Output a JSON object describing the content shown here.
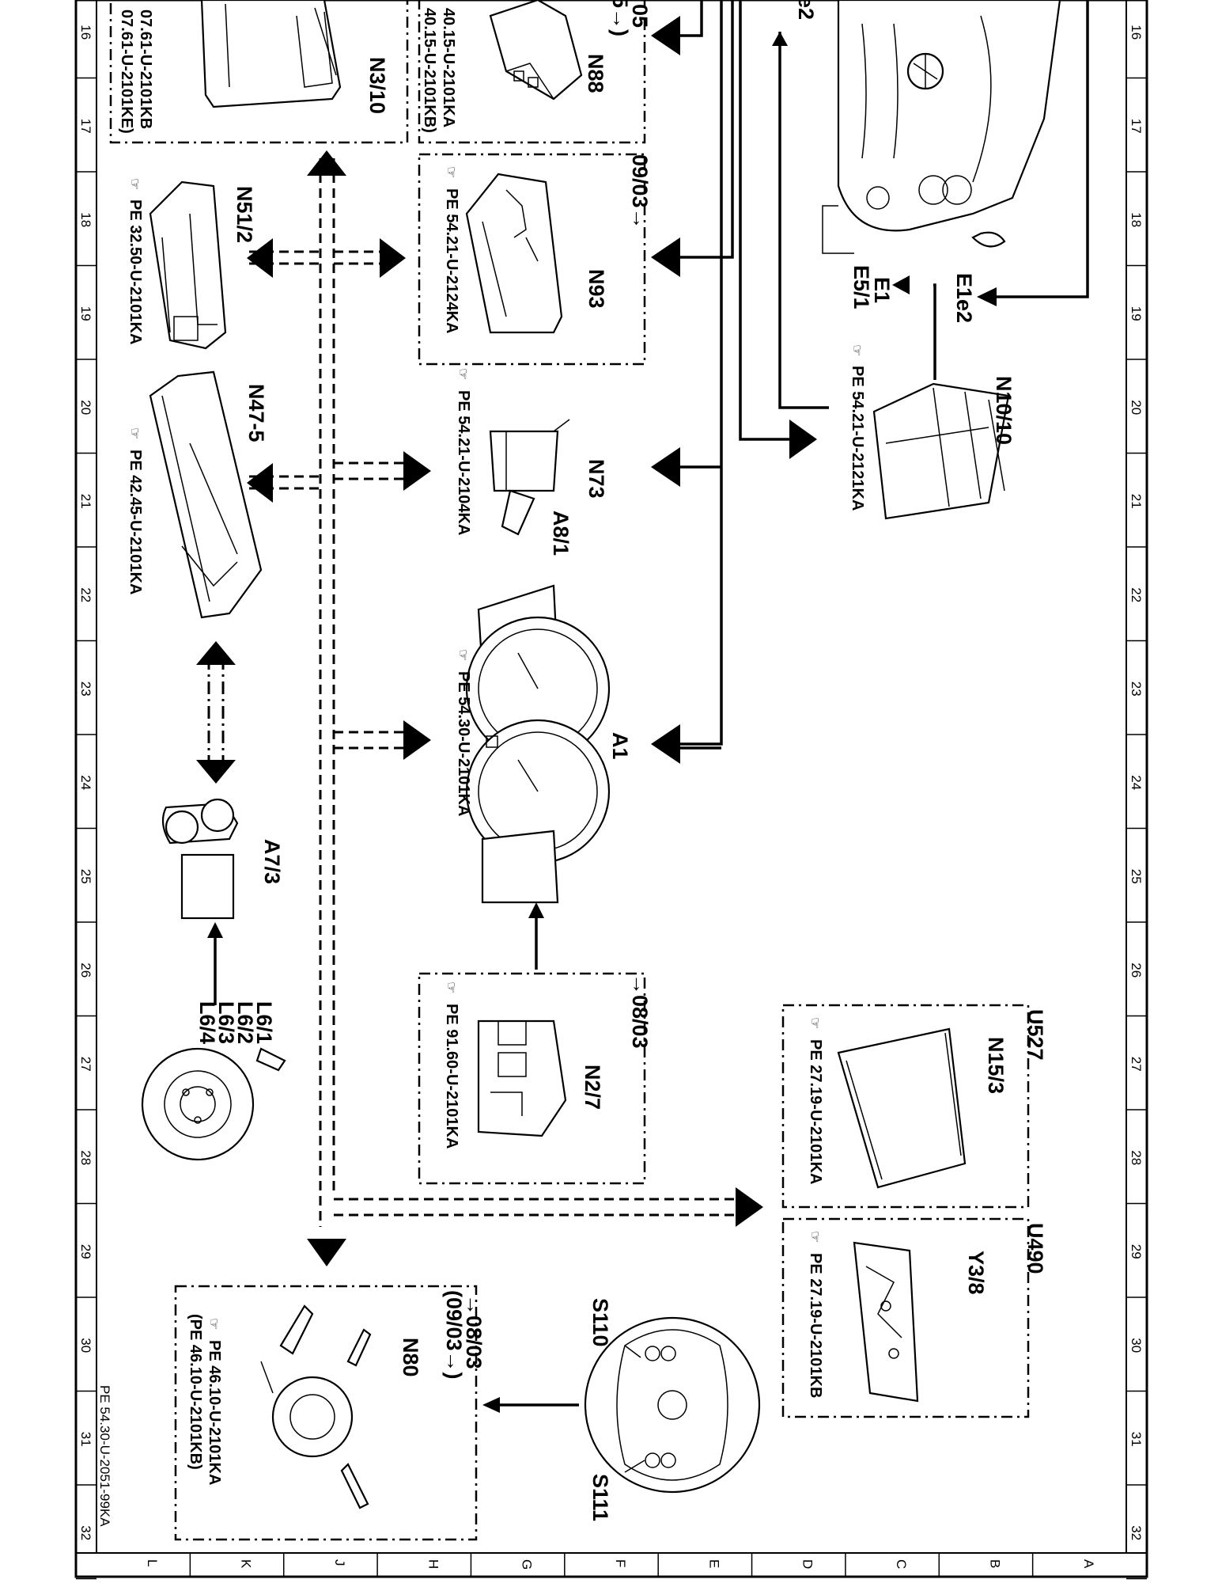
{
  "diagram_id": "PE 54.30-U-2051-99KA",
  "frame": {
    "column_numbers": [
      "16",
      "17",
      "18",
      "19",
      "20",
      "21",
      "22",
      "23",
      "24",
      "25",
      "26",
      "27",
      "28",
      "29",
      "30",
      "31",
      "32"
    ],
    "row_letters": [
      "L",
      "K",
      "J",
      "H",
      "G",
      "F",
      "E",
      "D",
      "C",
      "B",
      "A"
    ]
  },
  "components": {
    "n3_10": {
      "label": "N3/10",
      "refs": [
        "07.61-U-2101KB",
        "07.61-U-2101KE)"
      ]
    },
    "n88": {
      "label": "N88",
      "date": "05",
      "date2": "5→)",
      "refs": [
        "40.15-U-2101KA",
        "40.15-U-2101KB)"
      ]
    },
    "e2": {
      "label": "e2"
    },
    "vehicle_front": {
      "labels": [
        "E5/1",
        "E1",
        "E1e2"
      ]
    },
    "n51_2": {
      "label": "N51/2",
      "ref": "PE 32.50-U-2101KA"
    },
    "n93": {
      "label": "N93",
      "date": "09/03→",
      "ref": "PE 54.21-U-2124KA"
    },
    "n10_10": {
      "label": "N10/10",
      "ref": "PE 54.21-U-2121KA"
    },
    "n47_5": {
      "label": "N47-5",
      "ref": "PE 42.45-U-2101KA"
    },
    "n73": {
      "label": "N73",
      "sub": "A8/1",
      "ref": "PE 54.21-U-2104KA"
    },
    "a1": {
      "label": "A1",
      "ref": "PE 54.30-U-2101KA"
    },
    "a7_3": {
      "label": "A7/3"
    },
    "sensors": {
      "labels": [
        "L6/1",
        "L6/2",
        "L6/3",
        "L6/4"
      ]
    },
    "n2_7": {
      "label": "N2/7",
      "date": "→08/03",
      "ref": "PE 91.60-U-2101KA"
    },
    "u527": {
      "label": "U527",
      "sub": "N15/3",
      "ref": "PE 27.19-U-2101KA"
    },
    "u490": {
      "label": "U490",
      "sub": "Y3/8",
      "ref": "PE 27.19-U-2101KB"
    },
    "n80": {
      "label": "N80",
      "date": "→08/03",
      "date2": "(09/03→)",
      "refs": [
        "PE 46.10-U-2101KA",
        "(PE 46.10-U-2101KB)"
      ]
    },
    "steering": {
      "labels": [
        "S110",
        "S111"
      ]
    }
  }
}
